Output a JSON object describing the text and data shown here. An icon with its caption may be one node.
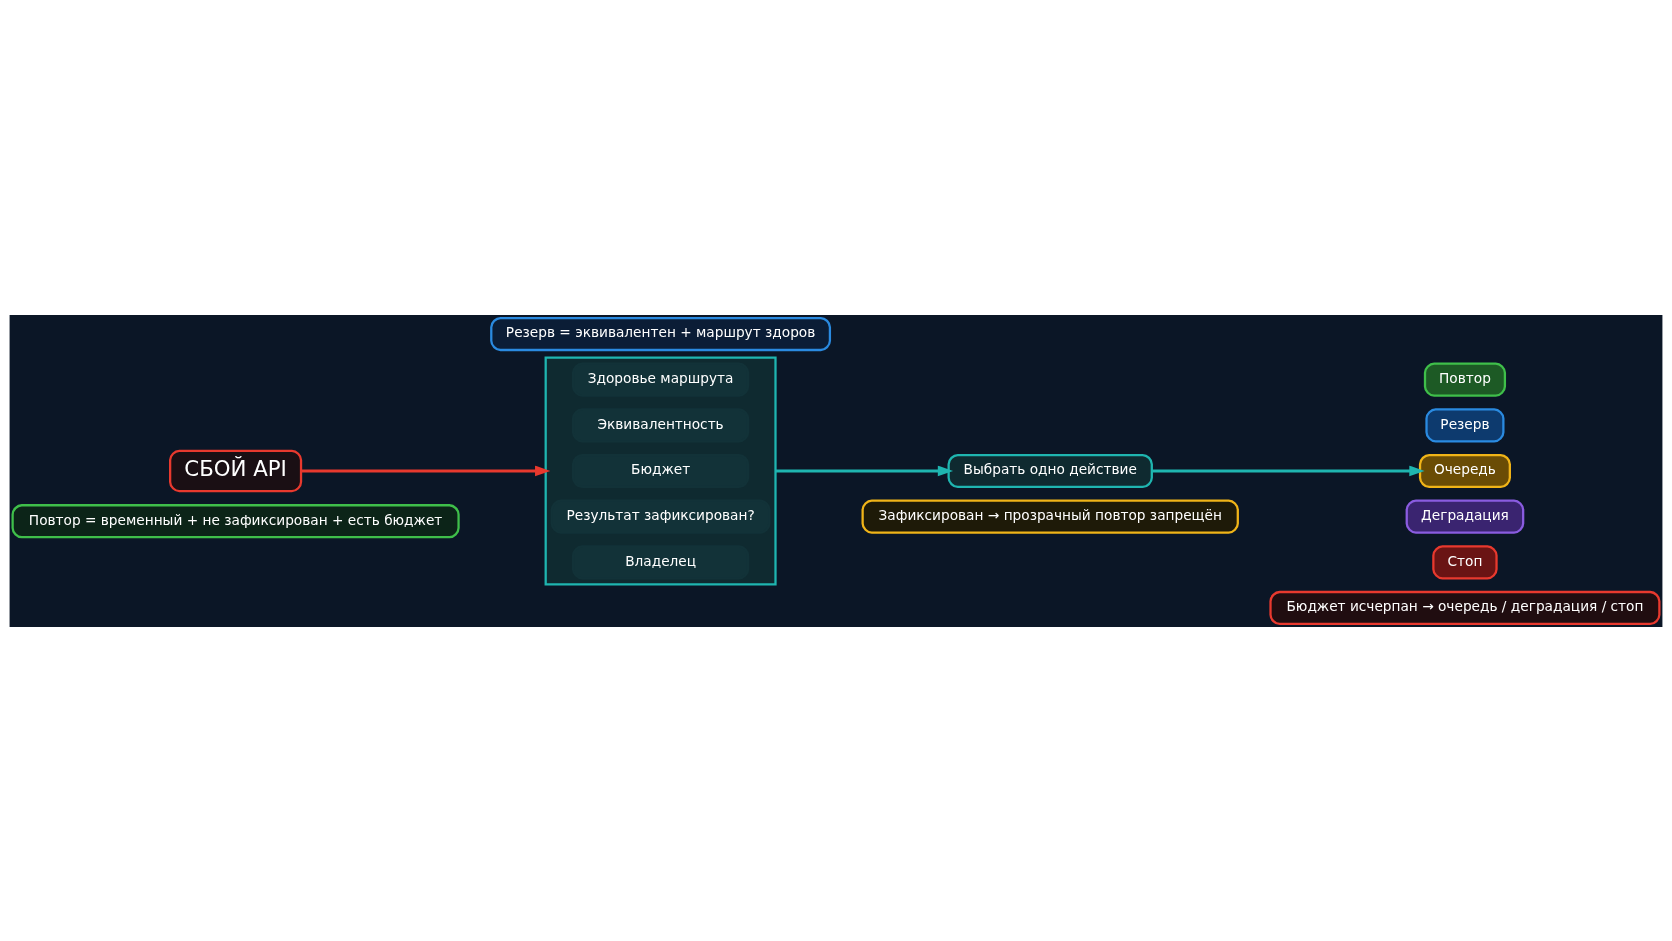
{
  "diagram": {
    "nodes": [
      {
        "text": [
          "СБОЙ API"
        ]
      },
      {
        "text": [],
        "shape": "box"
      },
      {
        "text": [
          "Владелец"
        ],
        "in": 1
      },
      {
        "text": [
          "Результат зафиксирован?"
        ],
        "in": 1
      },
      {
        "text": [
          "Бюджет"
        ],
        "in": 1
      },
      {
        "text": [
          "Эквивалентность"
        ],
        "in": 1
      },
      {
        "text": [
          "Здоровье маршрута"
        ],
        "in": 1
      },
      {
        "text": [
          "Выбрать одно действие"
        ]
      },
      {
        "text": [
          "Повтор"
        ]
      },
      {
        "text": [
          "Резерв"
        ]
      },
      {
        "text": [
          "Очередь"
        ]
      },
      {
        "text": [
          "Деградация"
        ]
      },
      {
        "text": [
          "Стоп"
        ]
      },
      {
        "text": [
          "Повтор = временный + не зафиксирован + есть бюджет"
        ]
      },
      {
        "text": [
          "Резерв = эквивалентен + маршрут здоров"
        ]
      },
      {
        "text": [
          "Зафиксирован → прозрачный повтор запрещён"
        ]
      },
      {
        "text": [
          "Бюджет исчерпан → очередь / деградация / стоп"
        ]
      }
    ],
    "edges": [
      {
        "from": 0,
        "to": 1,
        "arrow": "to",
        "color": "#e8392e"
      },
      {
        "from": 1,
        "to": 7,
        "arrow": "to"
      },
      {
        "from": 7,
        "to": 10,
        "arrow": "to"
      }
    ]
  }
}
